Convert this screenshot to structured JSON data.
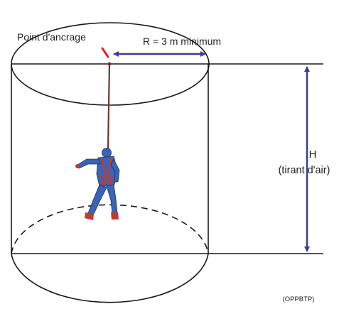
{
  "labels": {
    "anchor_point": "Point d'ancrage",
    "radius": "R = 3 m minimum",
    "height_symbol": "H",
    "height_desc": "(tirant d'air)",
    "credit": "(OPPBTP)"
  },
  "colors": {
    "outline": "#1a1a1a",
    "arrow": "#3a3f93",
    "anchor_mark": "#e0262e",
    "lanyard": "#6b3a2a",
    "worker_suit": "#3a64b5",
    "harness": "#c8382d"
  },
  "icons": {
    "worker": "suspended-worker-icon",
    "anchor": "anchor-point-icon"
  }
}
